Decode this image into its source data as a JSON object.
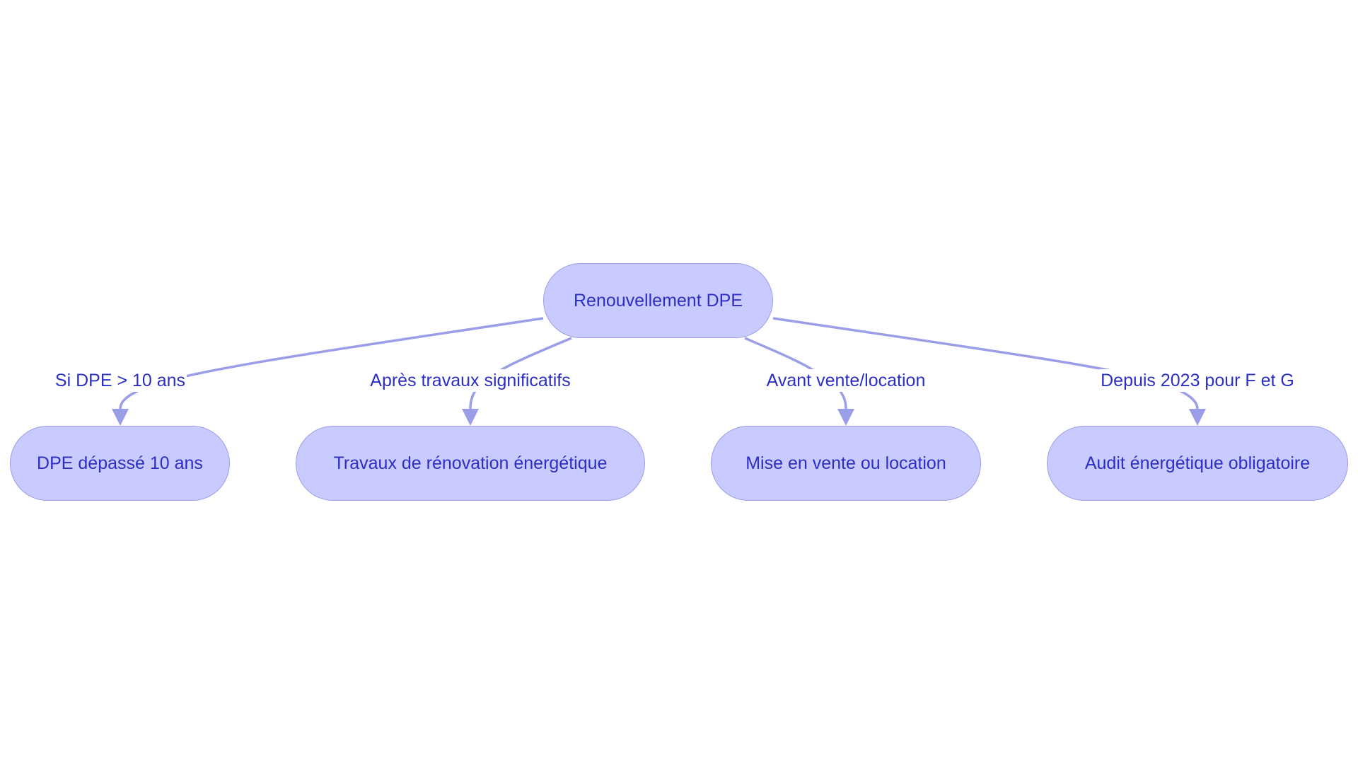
{
  "diagram": {
    "root": {
      "label": "Renouvellement DPE"
    },
    "children": [
      {
        "edge_label": "Si DPE > 10 ans",
        "label": "DPE dépassé 10 ans"
      },
      {
        "edge_label": "Après travaux significatifs",
        "label": "Travaux de rénovation énergétique"
      },
      {
        "edge_label": "Avant vente/location",
        "label": "Mise en vente ou location"
      },
      {
        "edge_label": "Depuis 2023 pour F et G",
        "label": "Audit énergétique obligatoire"
      }
    ],
    "colors": {
      "node_fill": "#c9cbfe",
      "node_border": "#9a9de8",
      "text": "#2b2fc4",
      "edge": "#9a9de8"
    }
  }
}
